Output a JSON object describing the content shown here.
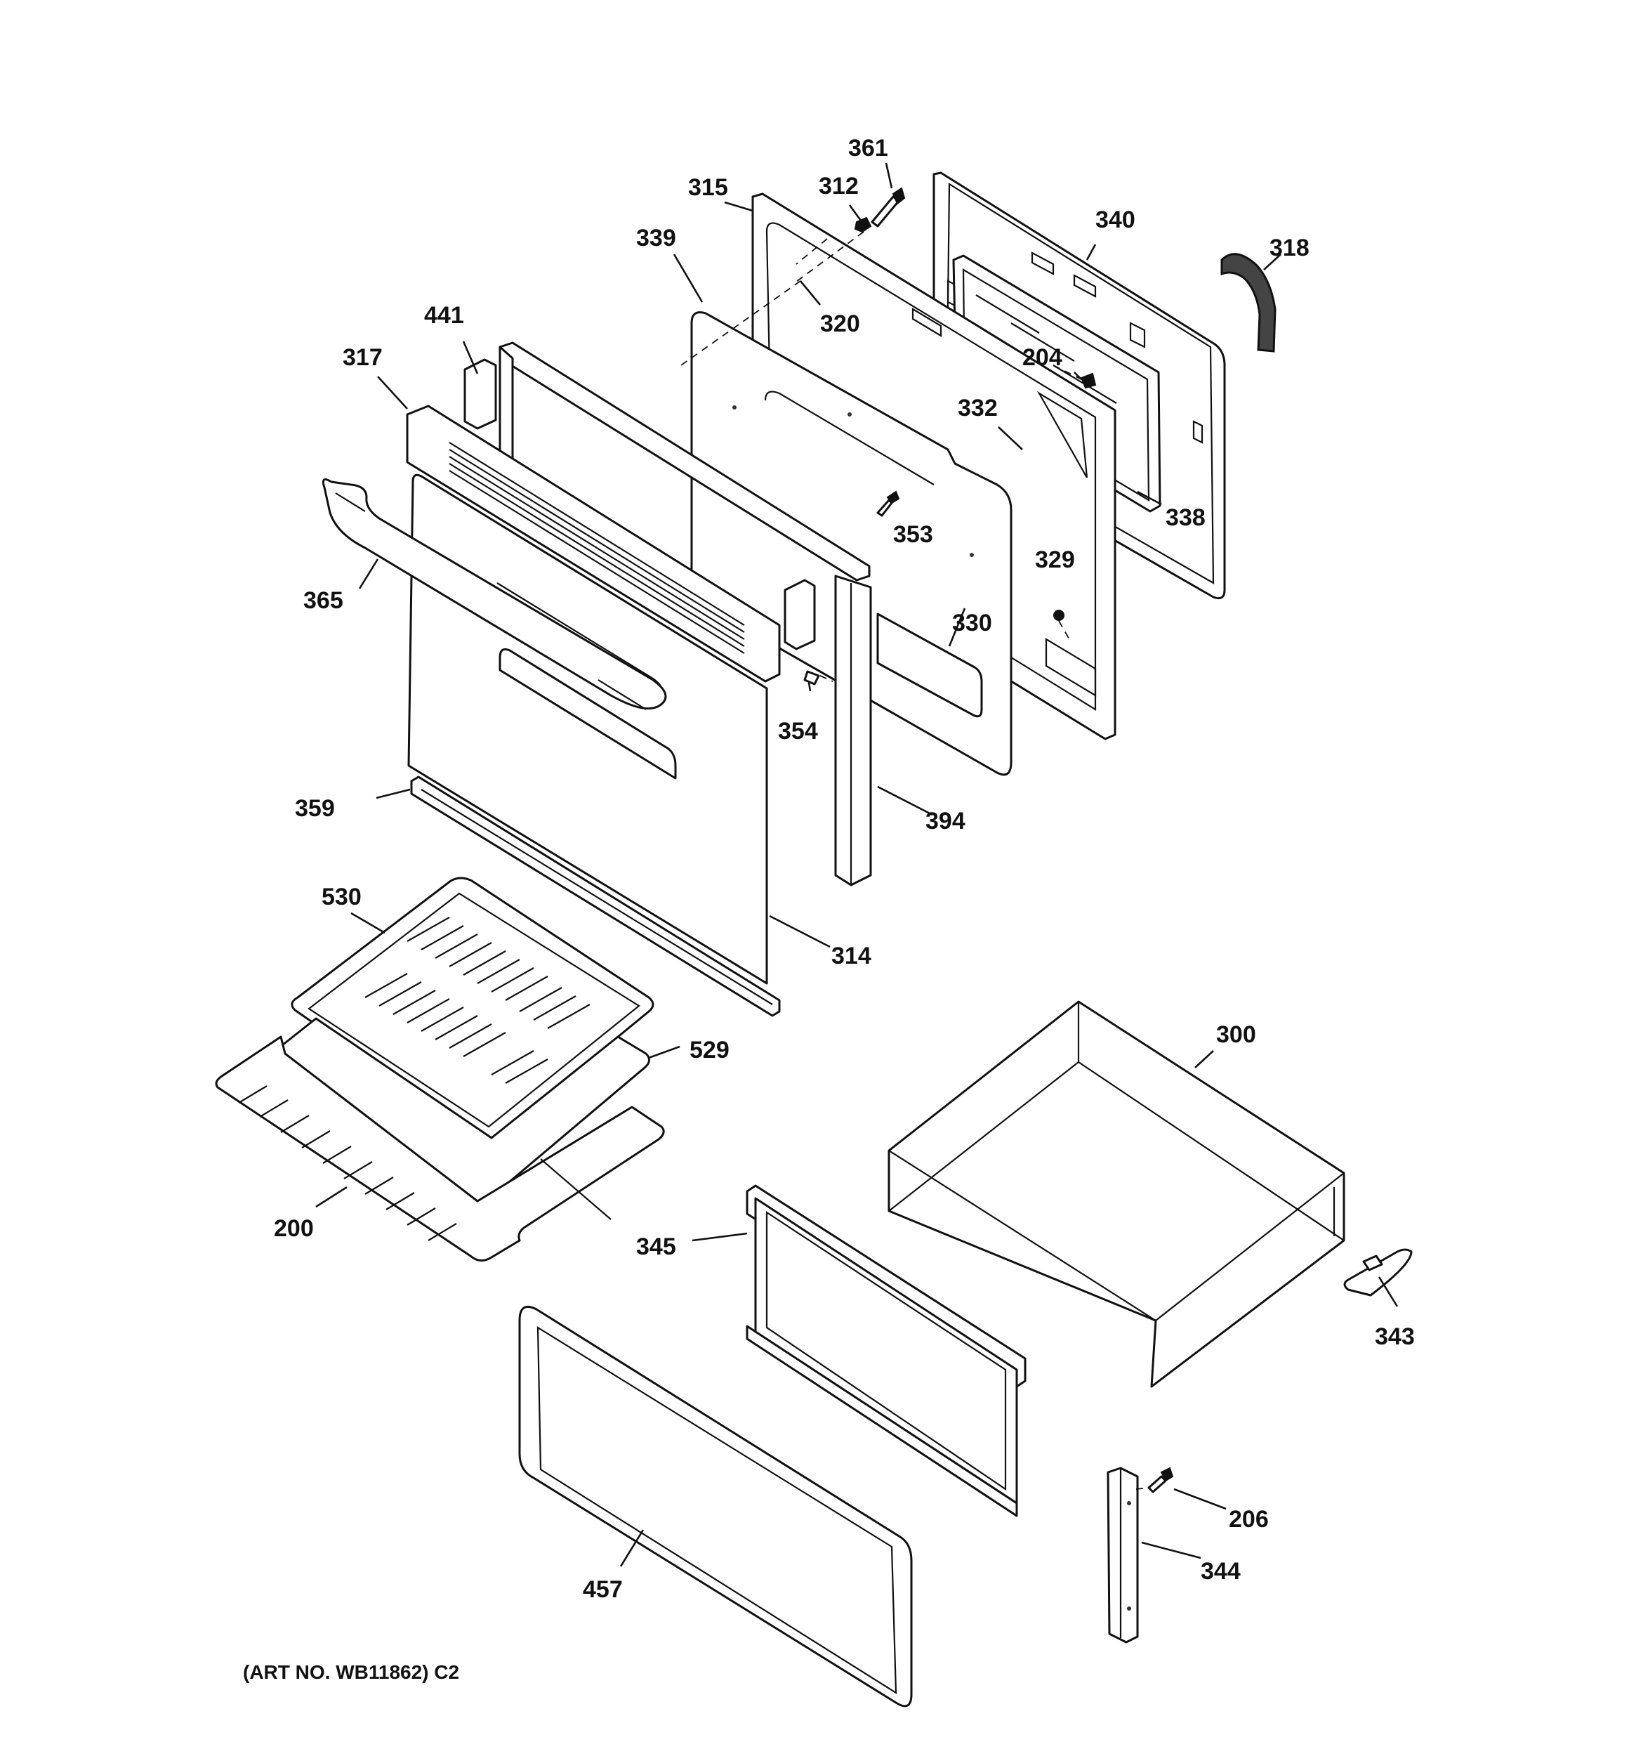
{
  "diagram": {
    "art_number": "(ART NO. WB11862) C2",
    "callouts": {
      "c361": "361",
      "c312": "312",
      "c315": "315",
      "c340": "340",
      "c318": "318",
      "c339": "339",
      "c320": "320",
      "c441": "441",
      "c204": "204",
      "c317": "317",
      "c332": "332",
      "c338": "338",
      "c353": "353",
      "c365": "365",
      "c329": "329",
      "c330": "330",
      "c354": "354",
      "c359": "359",
      "c394": "394",
      "c530": "530",
      "c314": "314",
      "c300": "300",
      "c529": "529",
      "c200": "200",
      "c345": "345",
      "c343": "343",
      "c206": "206",
      "c344": "344",
      "c457": "457"
    }
  }
}
